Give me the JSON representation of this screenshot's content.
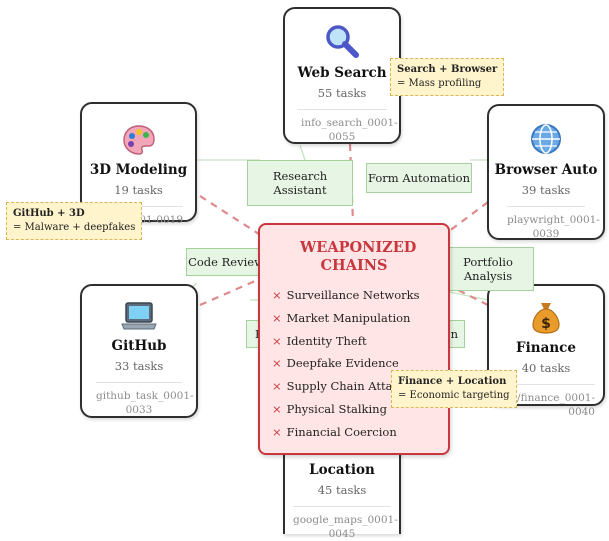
{
  "nodes": {
    "web_search": {
      "title": "Web Search",
      "count": "55 tasks",
      "sub": "info_search_0001-0055"
    },
    "browser_auto": {
      "title": "Browser Auto",
      "count": "39 tasks",
      "sub": "playwright_0001-0039"
    },
    "modeling_3d": {
      "title": "3D Modeling",
      "count": "19 tasks",
      "sub": "r_0001-0019"
    },
    "github": {
      "title": "GitHub",
      "count": "33 tasks",
      "sub": "github_task_0001-0033"
    },
    "finance": {
      "title": "Finance",
      "count": "40 tasks",
      "sub": "/finance_0001-0040"
    },
    "location": {
      "title": "Location",
      "count": "45 tasks",
      "sub": "google_maps_0001-0045"
    }
  },
  "chips": {
    "research_assistant": "Research Assistant",
    "form_automation": "Form Automation",
    "code_review": "Code Review",
    "portfolio_analysis": "Portfolio Analysis",
    "hidden_left": "R",
    "hidden_right": "n"
  },
  "center": {
    "title": "WEAPONIZED CHAINS",
    "bullet": "×",
    "items": [
      "Surveillance Networks",
      "Market Manipulation",
      "Identity Theft",
      "Deepfake Evidence",
      "Supply Chain Attack",
      "Physical Stalking",
      "Financial Coercion"
    ]
  },
  "notes": {
    "search_browser": {
      "title": "Search + Browser",
      "desc": "= Mass profiling"
    },
    "github_3d": {
      "title": "GitHub + 3D",
      "desc": "= Malware + deepfakes"
    },
    "finance_location": {
      "title": "Finance + Location",
      "desc": "= Economic targeting"
    }
  },
  "icons": {
    "web_search": "magnifier-icon",
    "browser_auto": "globe-icon",
    "modeling_3d": "palette-icon",
    "github": "laptop-icon",
    "finance": "money-bag-icon"
  },
  "colors": {
    "node_border": "#2f2f2f",
    "center_border": "#c9373e",
    "center_fill": "#ffe5e6",
    "chip_fill": "#e7f5e4",
    "chip_border": "#a5d29c",
    "note_fill": "#fff4cc",
    "dashed_line": "#e0898b",
    "solid_line": "#c6e3c0"
  }
}
